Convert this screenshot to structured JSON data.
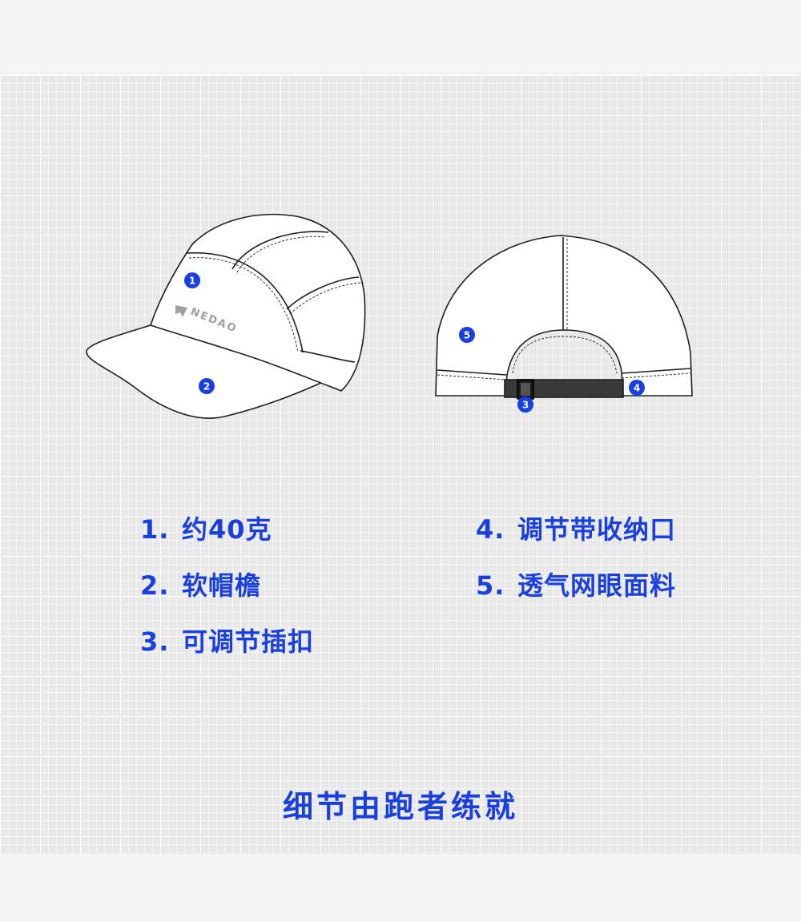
{
  "brand": "NEDAO",
  "accent_color": "#1a3fe0",
  "markers": [
    "1",
    "2",
    "3",
    "4",
    "5"
  ],
  "features": [
    {
      "number": "1.",
      "text": "约40克"
    },
    {
      "number": "2.",
      "text": "软帽檐"
    },
    {
      "number": "3.",
      "text": "可调节插扣"
    },
    {
      "number": "4.",
      "text": "调节带收纳口"
    },
    {
      "number": "5.",
      "text": "透气网眼面料"
    }
  ],
  "tagline": "细节由跑者练就"
}
